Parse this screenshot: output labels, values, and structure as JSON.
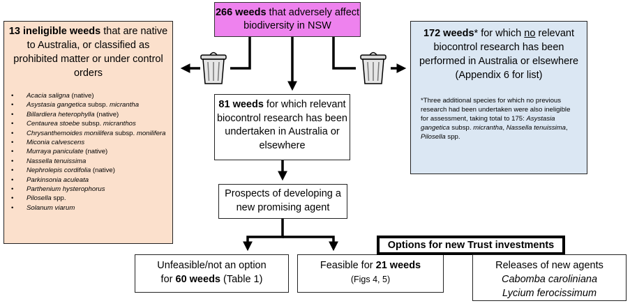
{
  "top_box": {
    "count": "266 weeds",
    "text": " that adversely affect biodiversity in NSW"
  },
  "left_box": {
    "count": "13 ineligible weeds",
    "text": " that are native to Australia, or classified as prohibited matter or under control orders",
    "species": [
      {
        "name": "Acacia saligna",
        "suffix": " (native)"
      },
      {
        "name": "Asystasia gangetica",
        "mid": " subsp. ",
        "name2": "micrantha"
      },
      {
        "name": "Billardiera heterophylla",
        "suffix": " (native)"
      },
      {
        "name": "Centaurea stoebe",
        "mid": " subsp. ",
        "name2": "micranthos"
      },
      {
        "name": "Chrysanthemoides monilifera",
        "mid": " subsp. ",
        "name2": "monilifera"
      },
      {
        "name": "Miconia calvescens"
      },
      {
        "name": "Murraya paniculate",
        "suffix": " (native)"
      },
      {
        "name": "Nassella tenuissima"
      },
      {
        "name": "Nephrolepis cordifolia",
        "suffix": " (native)"
      },
      {
        "name": "Parkinsonia aculeata"
      },
      {
        "name": "Parthenium hysterophorus"
      },
      {
        "name": "Pilosella",
        "suffix": " spp."
      },
      {
        "name": "Solanum viarum"
      }
    ]
  },
  "right_box": {
    "count": "172 weeds",
    "star": "*",
    "text1": " for which ",
    "no": "no",
    "text2": " relevant biocontrol research has been performed in Australia or elsewhere (Appendix 6 for list)",
    "note_text": "*Three additional species for which no previous research had been undertaken were also ineligible for assessment, taking total to 175: ",
    "note_sp1": "Asystasia gangetica",
    "note_mid": " subsp. ",
    "note_sp1b": "micrantha",
    "note_sep": ", ",
    "note_sp2": "Nassella tenuissima",
    "note_sep2": ", ",
    "note_sp3": "Pilosella",
    "note_end": " spp."
  },
  "box_81": {
    "count": "81 weeds",
    "text": " for which relevant biocontrol research has been undertaken in Australia or elsewhere"
  },
  "box_prospects": {
    "text": "Prospects of developing a new promising agent"
  },
  "box_unfeasible": {
    "line1": "Unfeasible/not an option",
    "line2_pre": "for ",
    "count": "60 weeds",
    "line2_post": " (Table 1)"
  },
  "box_feasible": {
    "line1_pre": "Feasible for ",
    "count": "21 weeds",
    "sub": "(Figs 4, 5)"
  },
  "options_header": {
    "text": "Options for new Trust investments"
  },
  "box_releases": {
    "line1": "Releases of new agents",
    "agent1": "Cabomba caroliniana",
    "agent2": "Lycium ferocissimum"
  },
  "icons": [
    "trash-bin-icon",
    "trash-bin-icon"
  ]
}
